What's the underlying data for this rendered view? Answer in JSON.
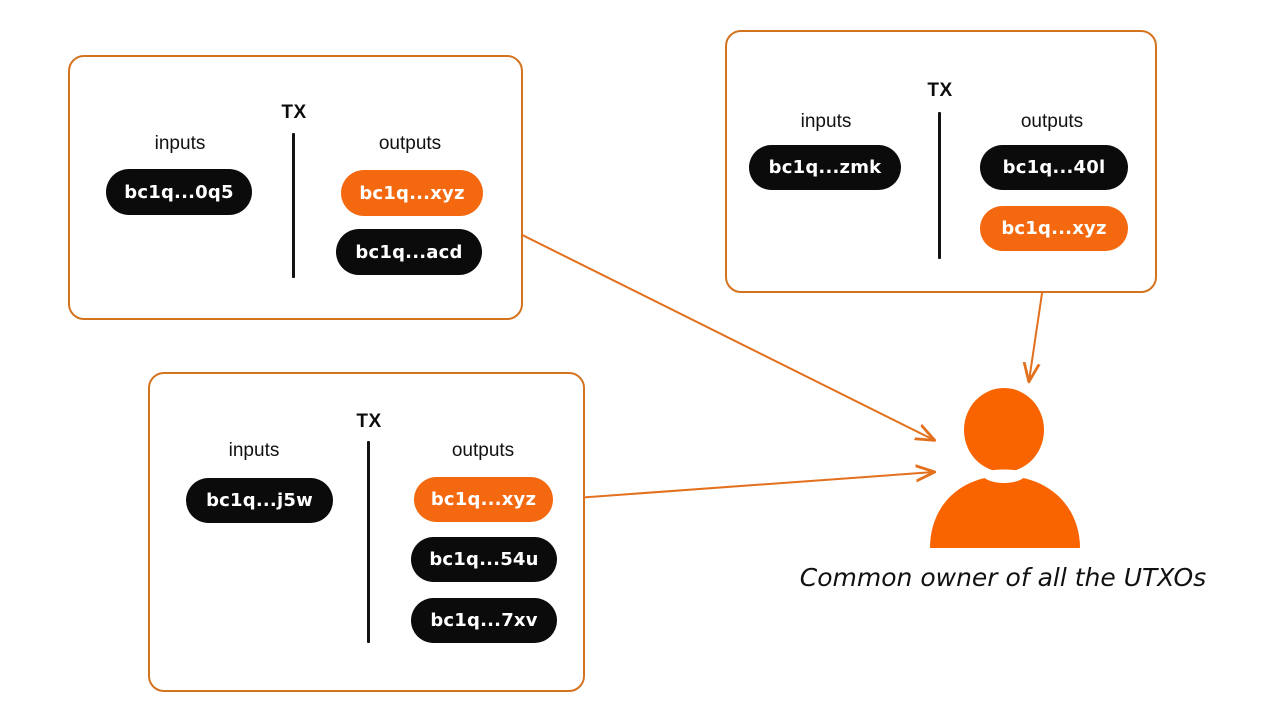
{
  "diagram": {
    "caption": "Common owner of all the UTXOs",
    "colors": {
      "orange_fill": "#F4690F",
      "orange_border": "#D4731F",
      "arrow": "#E2701C",
      "black_pill": "#0B0B0B",
      "text": "#111111",
      "background": "#FFFFFF"
    },
    "person_icon_name": "person-icon"
  },
  "transactions": [
    {
      "id": "tx-1",
      "title": "TX",
      "inputs_label": "inputs",
      "outputs_label": "outputs",
      "inputs": [
        {
          "address": "bc1q...0q5",
          "highlight": false
        }
      ],
      "outputs": [
        {
          "address": "bc1q...xyz",
          "highlight": true
        },
        {
          "address": "bc1q...acd",
          "highlight": false
        }
      ]
    },
    {
      "id": "tx-2",
      "title": "TX",
      "inputs_label": "inputs",
      "outputs_label": "outputs",
      "inputs": [
        {
          "address": "bc1q...zmk",
          "highlight": false
        }
      ],
      "outputs": [
        {
          "address": "bc1q...40l",
          "highlight": false
        },
        {
          "address": "bc1q...xyz",
          "highlight": true
        }
      ]
    },
    {
      "id": "tx-3",
      "title": "TX",
      "inputs_label": "inputs",
      "outputs_label": "outputs",
      "inputs": [
        {
          "address": "bc1q...j5w",
          "highlight": false
        }
      ],
      "outputs": [
        {
          "address": "bc1q...xyz",
          "highlight": true
        },
        {
          "address": "bc1q...54u",
          "highlight": false
        },
        {
          "address": "bc1q...7xv",
          "highlight": false
        }
      ]
    }
  ],
  "arrows": [
    {
      "name": "arrow-tx1-to-owner",
      "from": "tx-1 bc1q...xyz",
      "to": "person-icon"
    },
    {
      "name": "arrow-tx2-to-owner",
      "from": "tx-2 bc1q...xyz",
      "to": "person-icon"
    },
    {
      "name": "arrow-tx3-to-owner",
      "from": "tx-3 bc1q...xyz",
      "to": "person-icon"
    }
  ]
}
